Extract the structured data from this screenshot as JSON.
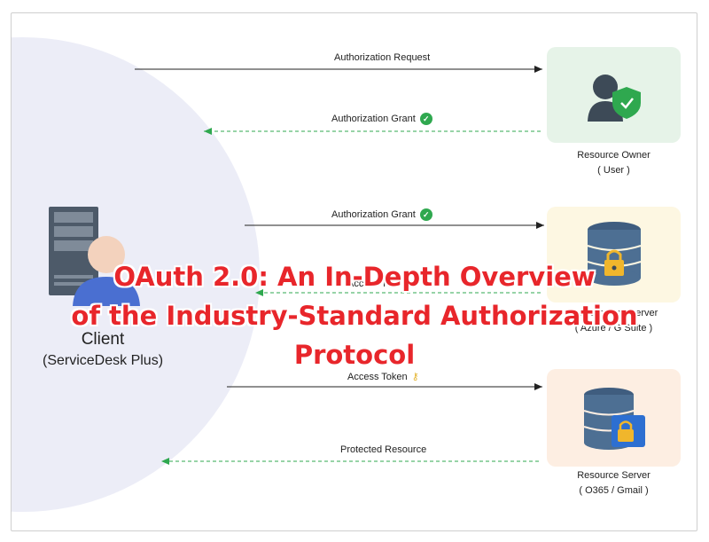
{
  "diagram": {
    "arrows": [
      {
        "label": "Authorization Request",
        "badge": ""
      },
      {
        "label": "Authorization Grant",
        "badge": "check"
      },
      {
        "label": "Authorization Grant",
        "badge": "check"
      },
      {
        "label": "Access Token",
        "badge": "key"
      },
      {
        "label": "Access Token",
        "badge": "key"
      },
      {
        "label": "Protected Resource",
        "badge": ""
      }
    ],
    "client": {
      "title": "Client",
      "subtitle": "(ServiceDesk Plus)"
    },
    "resource_owner": {
      "title": "Resource Owner",
      "subtitle": "( User )"
    },
    "authorization_server": {
      "title": "Authorization Server",
      "subtitle": "( Azure / G Suite )"
    },
    "resource_server": {
      "title": "Resource Server",
      "subtitle": "( O365 / Gmail )"
    }
  },
  "headline": {
    "line1": "OAuth 2.0: An In-Depth Overview",
    "line2": "of the Industry-Standard Authorization",
    "line3": "Protocol"
  },
  "colors": {
    "check_green": "#2fa84f",
    "dashed_green": "#2fa84f",
    "headline_red": "#e8262b",
    "owner_bg": "#e6f3e8",
    "auth_bg": "#fdf7e2",
    "resource_bg": "#fdeee2",
    "client_bg": "#ecedf7"
  }
}
